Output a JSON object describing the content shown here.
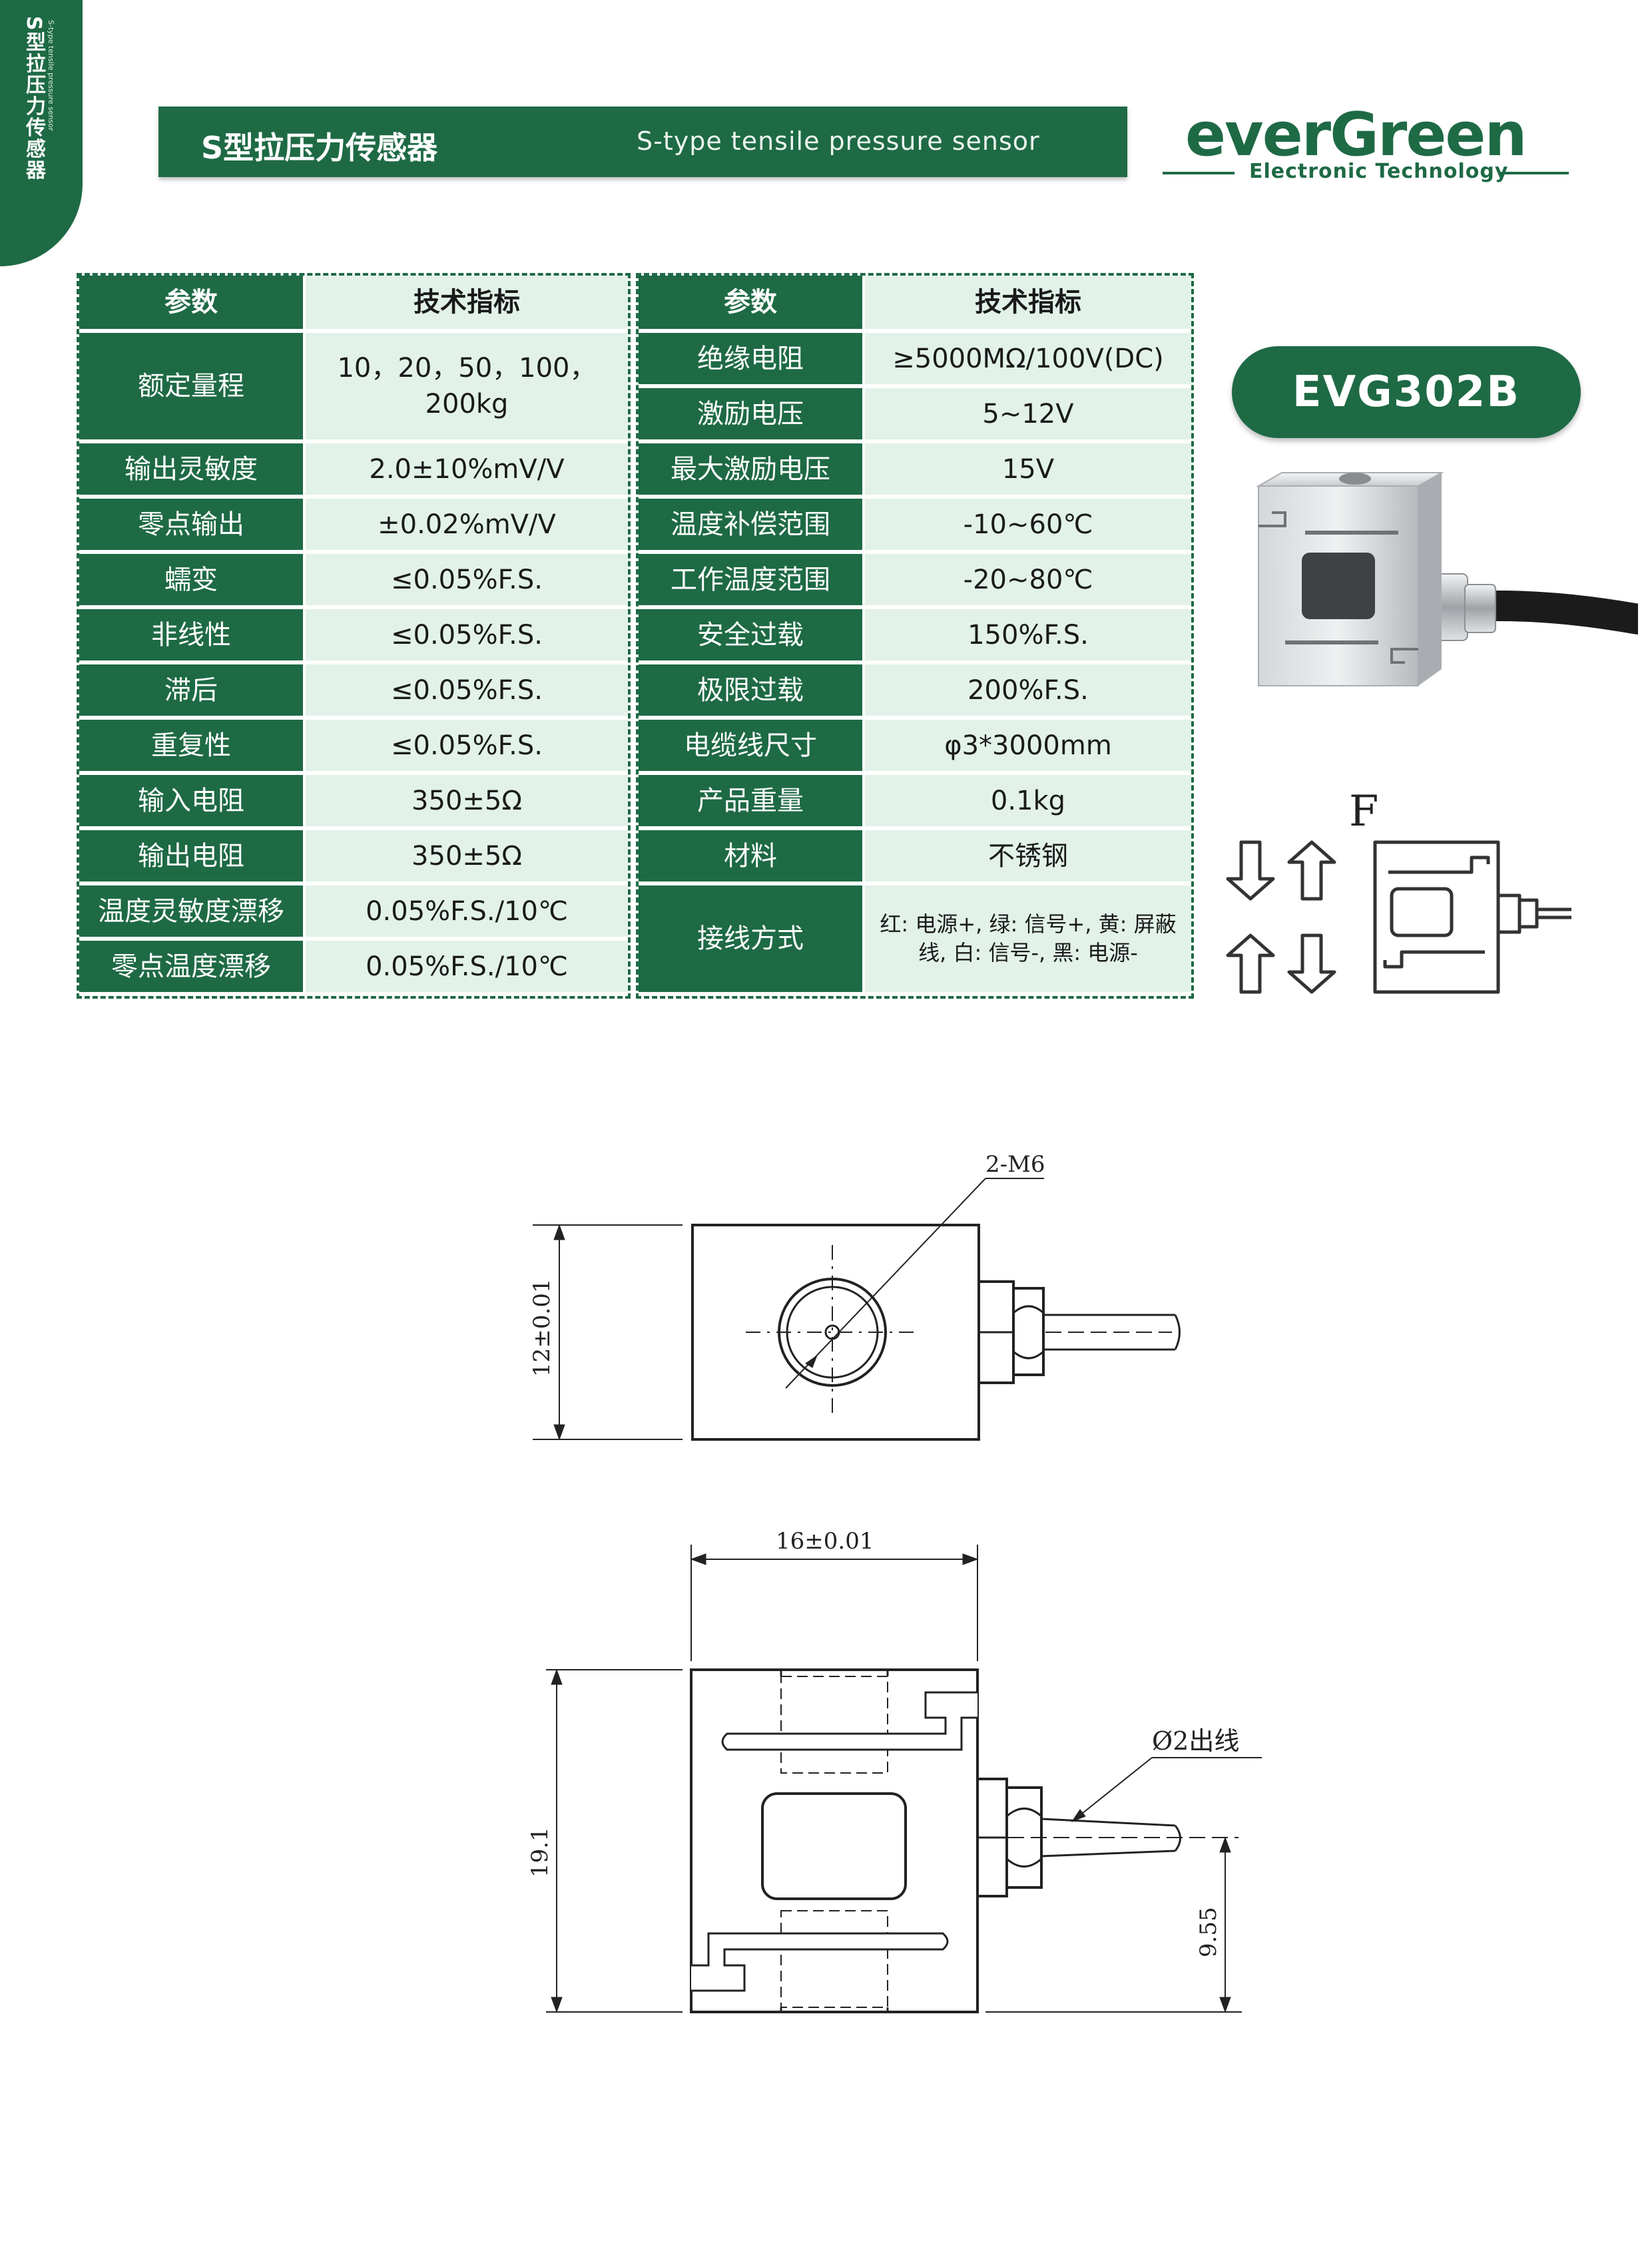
{
  "side_tab": {
    "title": "S型拉压力传感器",
    "subtitle": "S-type tensile pressure sensor"
  },
  "header": {
    "title_zh": "S型拉压力传感器",
    "title_en": "S-type tensile pressure sensor"
  },
  "logo": {
    "brand": "everGreen",
    "tagline": "Electronic Technology"
  },
  "model": "EVG302B",
  "colors": {
    "accent": "#1e6a45",
    "value_bg": "#e2f2e9"
  },
  "table_left": {
    "header": [
      "参数",
      "技术指标"
    ],
    "rows": [
      [
        "额定量程",
        "10，20，50，100，200kg"
      ],
      [
        "输出灵敏度",
        "2.0±10%mV/V"
      ],
      [
        "零点输出",
        "±0.02%mV/V"
      ],
      [
        "蠕变",
        "≤0.05%F.S."
      ],
      [
        "非线性",
        "≤0.05%F.S."
      ],
      [
        "滞后",
        "≤0.05%F.S."
      ],
      [
        "重复性",
        "≤0.05%F.S."
      ],
      [
        "输入电阻",
        "350±5Ω"
      ],
      [
        "输出电阻",
        "350±5Ω"
      ],
      [
        "温度灵敏度漂移",
        "0.05%F.S./10℃"
      ],
      [
        "零点温度漂移",
        "0.05%F.S./10℃"
      ]
    ]
  },
  "table_right": {
    "header": [
      "参数",
      "技术指标"
    ],
    "rows": [
      [
        "绝缘电阻",
        "≥5000MΩ/100V(DC)"
      ],
      [
        "激励电压",
        "5~12V"
      ],
      [
        "最大激励电压",
        "15V"
      ],
      [
        "温度补偿范围",
        "-10~60℃"
      ],
      [
        "工作温度范围",
        "-20~80℃"
      ],
      [
        "安全过载",
        "150%F.S."
      ],
      [
        "极限过载",
        "200%F.S."
      ],
      [
        "电缆线尺寸",
        "φ3*3000mm"
      ],
      [
        "产品重量",
        "0.1kg"
      ],
      [
        "材料",
        "不锈钢"
      ],
      [
        "接线方式",
        "红: 电源+, 绿: 信号+, 黄: 屏蔽线, 白: 信号-, 黑: 电源-"
      ]
    ]
  },
  "diagram": {
    "force_label": "F",
    "thread_label": "2-M6",
    "height_top": "12±0.01",
    "width": "16±0.01",
    "height_front": "19.1",
    "cable_label": "Ø2出线",
    "cable_offset": "9.55"
  }
}
